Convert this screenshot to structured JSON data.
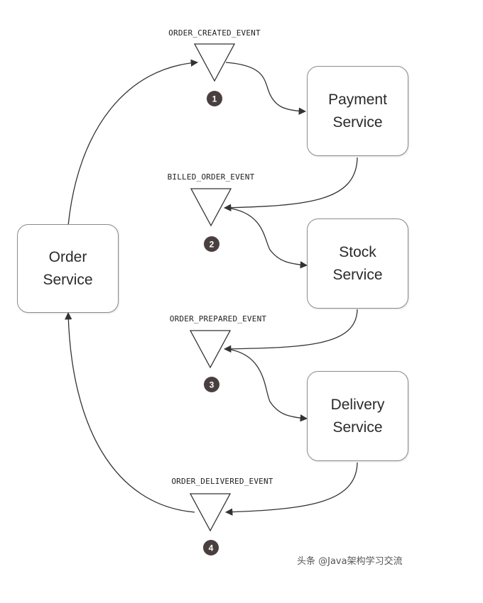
{
  "services": {
    "order": {
      "line1": "Order",
      "line2": "Service"
    },
    "payment": {
      "line1": "Payment",
      "line2": "Service"
    },
    "stock": {
      "line1": "Stock",
      "line2": "Service"
    },
    "delivery": {
      "line1": "Delivery",
      "line2": "Service"
    }
  },
  "events": [
    {
      "label": "ORDER_CREATED_EVENT",
      "number": "1"
    },
    {
      "label": "BILLED_ORDER_EVENT",
      "number": "2"
    },
    {
      "label": "ORDER_PREPARED_EVENT",
      "number": "3"
    },
    {
      "label": "ORDER_DELIVERED_EVENT",
      "number": "4"
    }
  ],
  "watermark": "头条 @Java架构学习交流",
  "colors": {
    "badge": "#4a3f3f",
    "line": "#333333",
    "box_border": "#8c8c8c"
  }
}
